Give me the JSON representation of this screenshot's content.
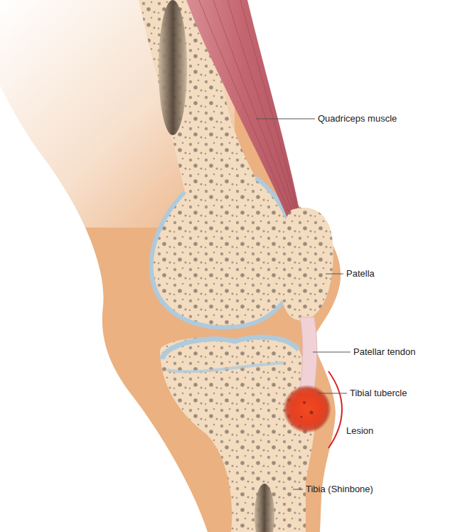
{
  "diagram": {
    "labels": [
      "Quadriceps muscle",
      "Patella",
      "Patellar tendon",
      "Tibial tubercle",
      "Lesion",
      "Tibia (Shinbone)"
    ]
  }
}
